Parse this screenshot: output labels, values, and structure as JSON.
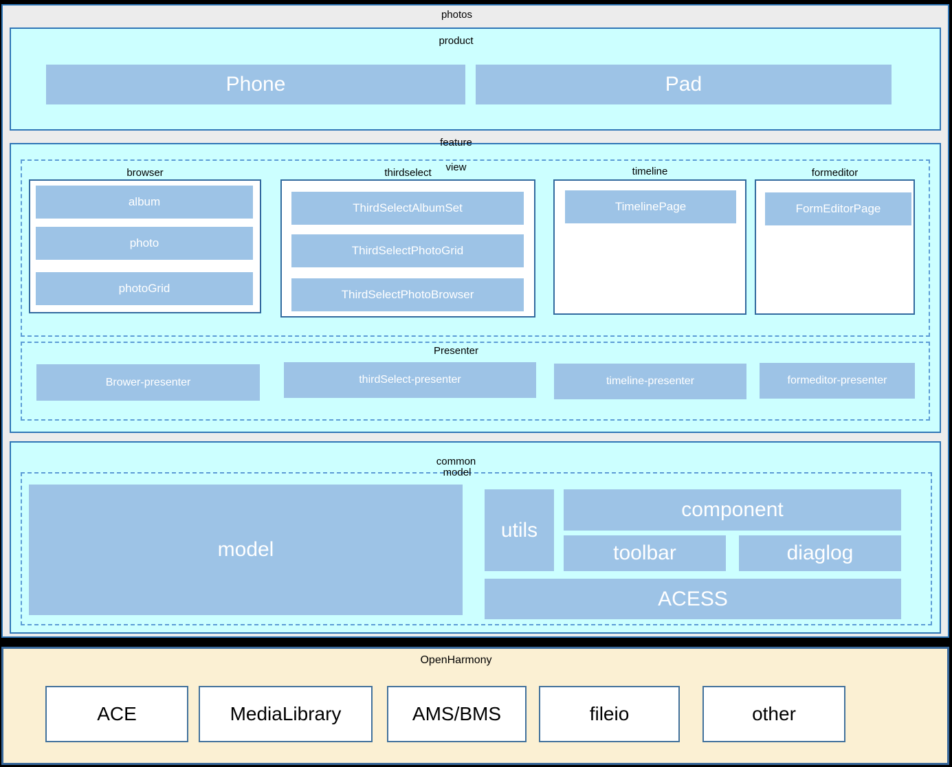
{
  "photos": {
    "label": "photos"
  },
  "product": {
    "label": "product",
    "items": [
      "Phone",
      "Pad"
    ]
  },
  "feature": {
    "label": "feature",
    "view": {
      "label": "view",
      "groups": [
        {
          "label": "browser",
          "items": [
            "album",
            "photo",
            "photoGrid"
          ]
        },
        {
          "label": "thirdselect",
          "items": [
            "ThirdSelectAlbumSet",
            "ThirdSelectPhotoGrid",
            "ThirdSelectPhotoBrowser"
          ]
        },
        {
          "label": "timeline",
          "items": [
            "TimelinePage"
          ]
        },
        {
          "label": "formeditor",
          "items": [
            "FormEditorPage"
          ]
        }
      ]
    },
    "presenter": {
      "label": "Presenter",
      "items": [
        "Brower-presenter",
        "thirdSelect-presenter",
        "timeline-presenter",
        "formeditor-presenter"
      ]
    }
  },
  "common": {
    "label": "common",
    "model_group": {
      "label": "model",
      "blocks": {
        "model": "model",
        "utils": "utils",
        "component": "component",
        "toolbar": "toolbar",
        "dialog": "diaglog",
        "access": "ACESS"
      }
    }
  },
  "openharmony": {
    "label": "OpenHarmony",
    "items": [
      "ACE",
      "MediaLibrary",
      "AMS/BMS",
      "fileio",
      "other"
    ]
  },
  "colors": {
    "page_background": "#000000",
    "photos_fill": "#ECECEC",
    "cyan_fill": "#CCFFFF",
    "bar_fill": "#9DC3E6",
    "bar_text": "#FFFFFF",
    "solid_border": "#2E75B6",
    "inner_box_border": "#31699E",
    "dashed_border": "#5B9BD5",
    "bottom_fill": "#FBF0D3",
    "bottom_box_border": "#41719C",
    "label_text": "#000000"
  }
}
